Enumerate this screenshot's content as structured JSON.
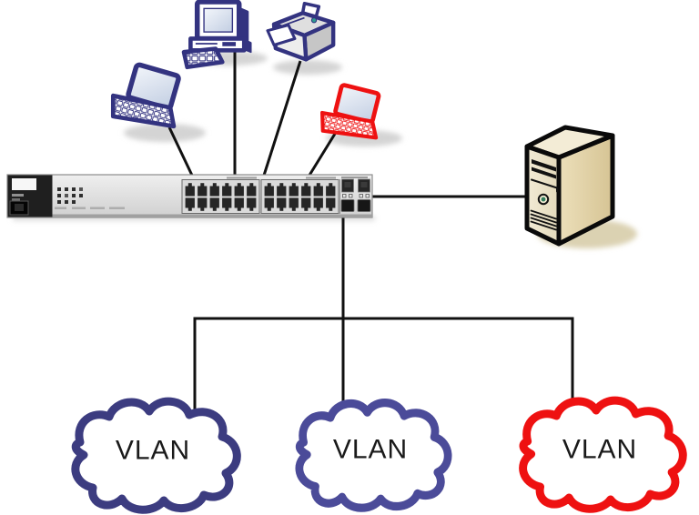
{
  "clouds": [
    {
      "label": "VLAN",
      "outline_color": "#3c3c80"
    },
    {
      "label": "VLAN",
      "outline_color": "#4b4b99"
    },
    {
      "label": "VLAN",
      "outline_color": "#ee1111"
    }
  ],
  "nodes": {
    "laptop_blue": {
      "icon": "laptop-icon",
      "color": "#333380"
    },
    "desktop_computer": {
      "icon": "desktop-computer-icon",
      "color": "#333380"
    },
    "printer": {
      "icon": "printer-icon",
      "color": "#333380"
    },
    "laptop_red": {
      "icon": "laptop-icon",
      "color": "#ee1111"
    },
    "ethernet_switch": {
      "icon": "ethernet-switch-icon",
      "rj45_ports": 24,
      "uplink_ports": 2,
      "sfp_slots": 2
    },
    "server": {
      "icon": "server-tower-icon",
      "body_color": "#efe7cd"
    }
  },
  "connections": [
    {
      "from": "laptop_blue",
      "to": "ethernet_switch"
    },
    {
      "from": "desktop_computer",
      "to": "ethernet_switch"
    },
    {
      "from": "printer",
      "to": "ethernet_switch"
    },
    {
      "from": "laptop_red",
      "to": "ethernet_switch"
    },
    {
      "from": "ethernet_switch",
      "to": "server"
    },
    {
      "from": "ethernet_switch",
      "to": "vlan_cloud_1"
    },
    {
      "from": "ethernet_switch",
      "to": "vlan_cloud_2"
    },
    {
      "from": "ethernet_switch",
      "to": "vlan_cloud_3"
    }
  ],
  "line_color": "#111111",
  "background_color": "#ffffff"
}
